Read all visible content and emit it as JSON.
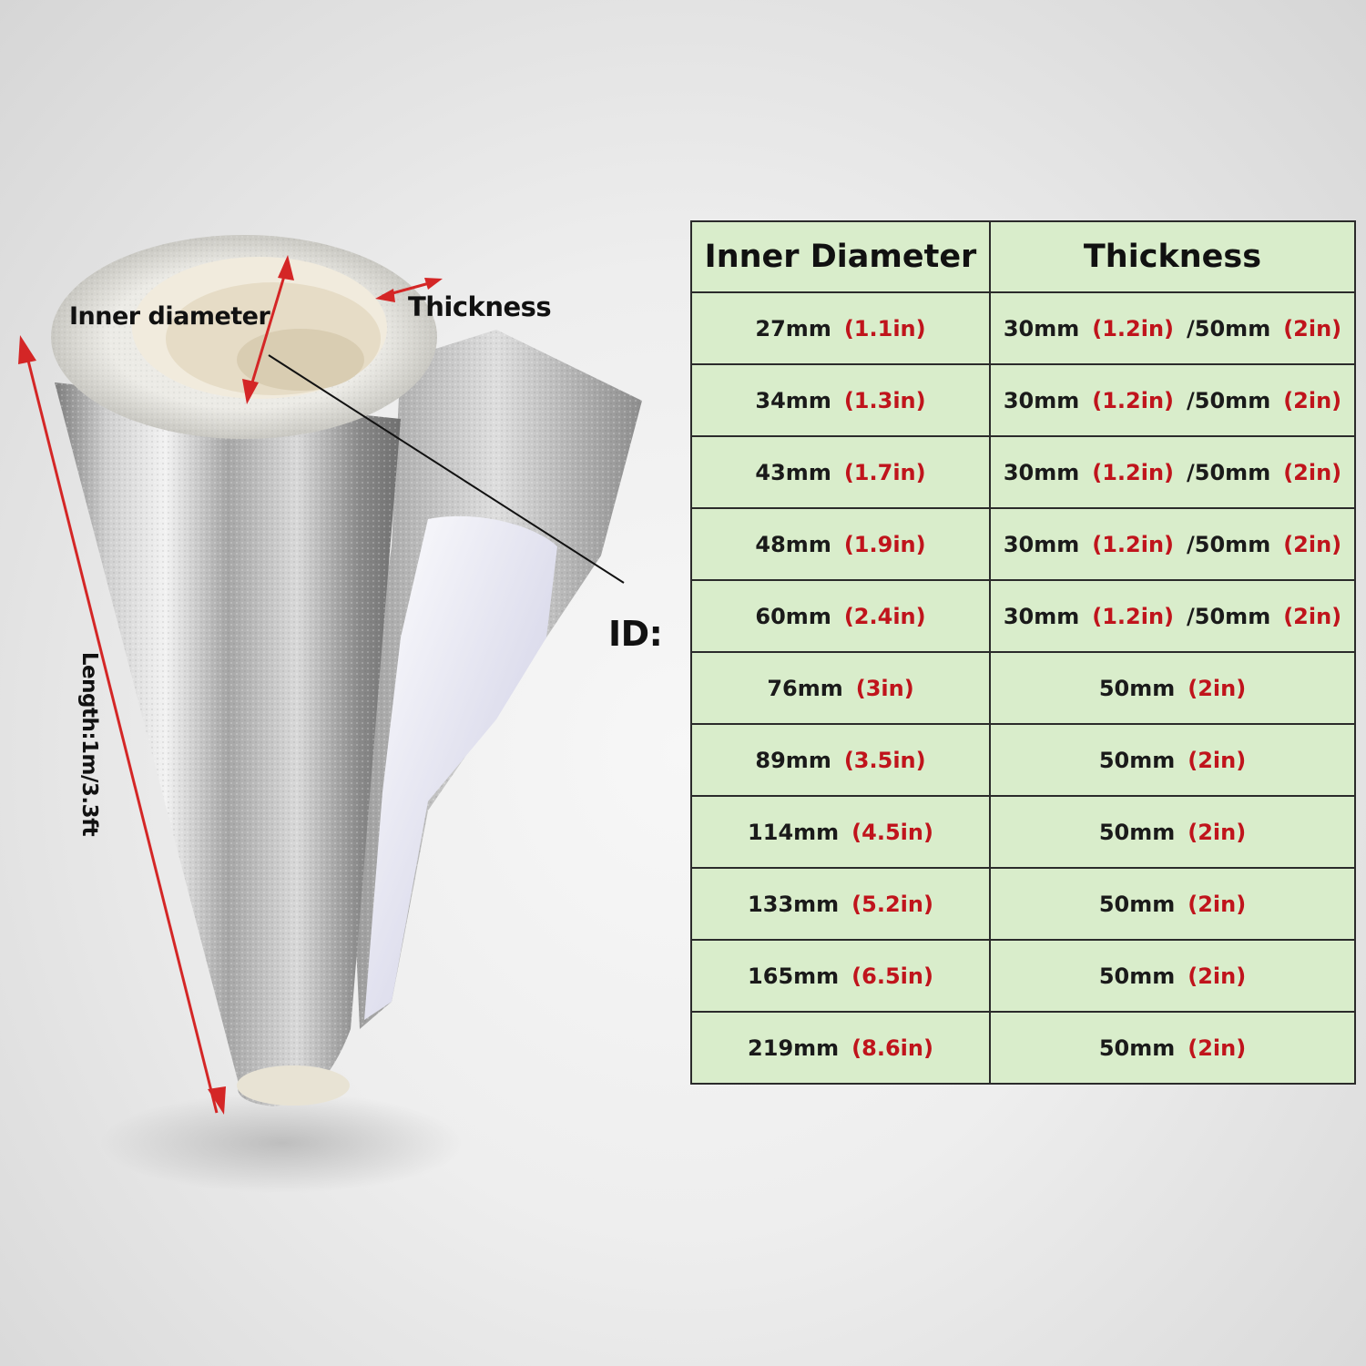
{
  "photo": {
    "subject": "aluminum-foil-pipe-insulation-tube",
    "labels": {
      "inner_diameter": "Inner diameter",
      "thickness": "Thickness",
      "length": "Length:1m/3.3ft",
      "id_marker": "ID:"
    },
    "colors": {
      "arrow": "#d42626",
      "pointer_line": "#111111"
    }
  },
  "size_table": {
    "headers": [
      "Inner Diameter",
      "Thickness"
    ],
    "colors": {
      "background": "#d9edcb",
      "border": "#2b2b2b",
      "inch_text": "#c0141c"
    },
    "rows": [
      {
        "id_mm": "27mm",
        "id_in": "(1.1in)",
        "thickness": [
          [
            "30mm",
            "(1.2in)"
          ],
          [
            "/50mm",
            "(2in)"
          ]
        ]
      },
      {
        "id_mm": "34mm",
        "id_in": "(1.3in)",
        "thickness": [
          [
            "30mm",
            "(1.2in)"
          ],
          [
            "/50mm",
            "(2in)"
          ]
        ]
      },
      {
        "id_mm": "43mm",
        "id_in": "(1.7in)",
        "thickness": [
          [
            "30mm",
            "(1.2in)"
          ],
          [
            "/50mm",
            "(2in)"
          ]
        ]
      },
      {
        "id_mm": "48mm",
        "id_in": "(1.9in)",
        "thickness": [
          [
            "30mm",
            "(1.2in)"
          ],
          [
            "/50mm",
            "(2in)"
          ]
        ]
      },
      {
        "id_mm": "60mm",
        "id_in": "(2.4in)",
        "thickness": [
          [
            "30mm",
            "(1.2in)"
          ],
          [
            "/50mm",
            "(2in)"
          ]
        ]
      },
      {
        "id_mm": "76mm",
        "id_in": "(3in)",
        "thickness": [
          [
            "50mm",
            "(2in)"
          ]
        ]
      },
      {
        "id_mm": "89mm",
        "id_in": "(3.5in)",
        "thickness": [
          [
            "50mm",
            "(2in)"
          ]
        ]
      },
      {
        "id_mm": "114mm",
        "id_in": "(4.5in)",
        "thickness": [
          [
            "50mm",
            "(2in)"
          ]
        ]
      },
      {
        "id_mm": "133mm",
        "id_in": "(5.2in)",
        "thickness": [
          [
            "50mm",
            "(2in)"
          ]
        ]
      },
      {
        "id_mm": "165mm",
        "id_in": "(6.5in)",
        "thickness": [
          [
            "50mm",
            "(2in)"
          ]
        ]
      },
      {
        "id_mm": "219mm",
        "id_in": "(8.6in)",
        "thickness": [
          [
            "50mm",
            "(2in)"
          ]
        ]
      }
    ]
  }
}
